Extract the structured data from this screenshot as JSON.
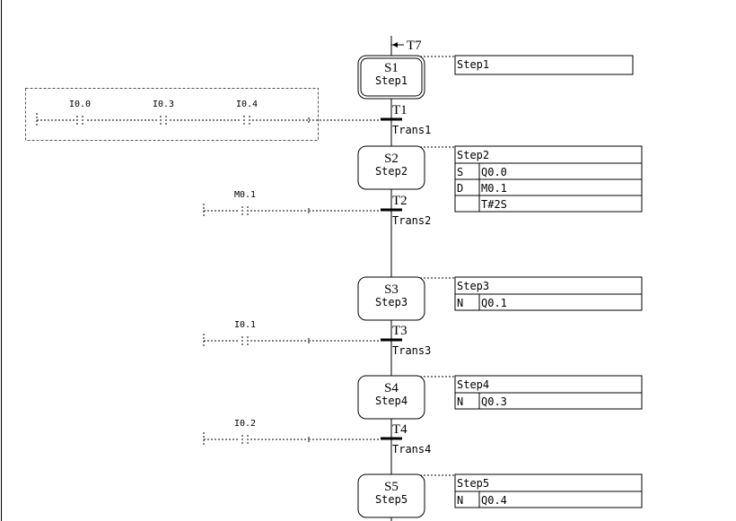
{
  "entry_transition": "T7",
  "steps": [
    {
      "id": "S1",
      "name": "Step1",
      "initial": true,
      "title": "Step1",
      "actions": []
    },
    {
      "id": "S2",
      "name": "Step2",
      "initial": false,
      "title": "Step2",
      "actions": [
        {
          "q": "S",
          "op": "Q0.0"
        },
        {
          "q": "D",
          "op": "M0.1"
        },
        {
          "q": "",
          "op": "T#2S"
        }
      ]
    },
    {
      "id": "S3",
      "name": "Step3",
      "initial": false,
      "title": "Step3",
      "actions": [
        {
          "q": "N",
          "op": "Q0.1"
        }
      ]
    },
    {
      "id": "S4",
      "name": "Step4",
      "initial": false,
      "title": "Step4",
      "actions": [
        {
          "q": "N",
          "op": "Q0.3"
        }
      ]
    },
    {
      "id": "S5",
      "name": "Step5",
      "initial": false,
      "title": "Step5",
      "actions": [
        {
          "q": "N",
          "op": "Q0.4"
        }
      ]
    }
  ],
  "transitions": [
    {
      "id": "T1",
      "name": "Trans1",
      "contacts": [
        "I0.0",
        "I0.3",
        "I0.4"
      ]
    },
    {
      "id": "T2",
      "name": "Trans2",
      "contacts": [
        "M0.1"
      ]
    },
    {
      "id": "T3",
      "name": "Trans3",
      "contacts": [
        "I0.1"
      ]
    },
    {
      "id": "T4",
      "name": "Trans4",
      "contacts": [
        "I0.2"
      ]
    }
  ],
  "partial_contact_label": "I0.2"
}
